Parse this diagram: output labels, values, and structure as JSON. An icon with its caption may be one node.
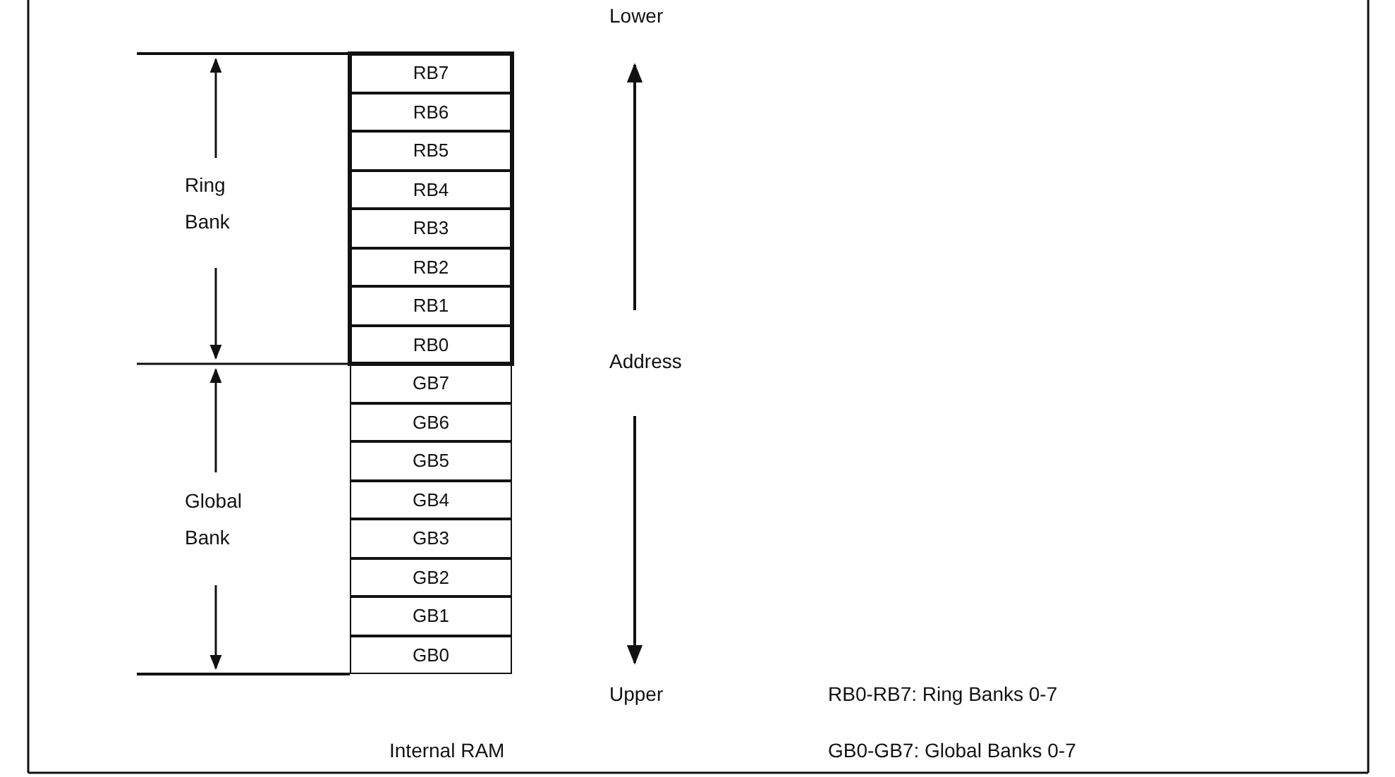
{
  "diagram": {
    "nodes": [
      {
        "text": [
          "RB7"
        ]
      },
      {
        "text": [
          "RB6"
        ]
      },
      {
        "text": [
          "RB5"
        ]
      },
      {
        "text": [
          "RB4"
        ]
      },
      {
        "text": [
          "RB3"
        ]
      },
      {
        "text": [
          "RB2"
        ]
      },
      {
        "text": [
          "RB1"
        ]
      },
      {
        "text": [
          "RB0"
        ]
      },
      {
        "text": [
          "GB7"
        ]
      },
      {
        "text": [
          "GB6"
        ]
      },
      {
        "text": [
          "GB5"
        ]
      },
      {
        "text": [
          "GB4"
        ]
      },
      {
        "text": [
          "GB3"
        ]
      },
      {
        "text": [
          "GB2"
        ]
      },
      {
        "text": [
          "GB1"
        ]
      },
      {
        "text": [
          "GB0"
        ]
      }
    ],
    "edges": [],
    "labels": [
      "Lower",
      "Ring Bank",
      "Address",
      "Global Bank",
      "Upper",
      "RB0-RB7: Ring Banks 0-7",
      "Internal RAM",
      "GB0-GB7: Global Banks 0-7"
    ]
  }
}
